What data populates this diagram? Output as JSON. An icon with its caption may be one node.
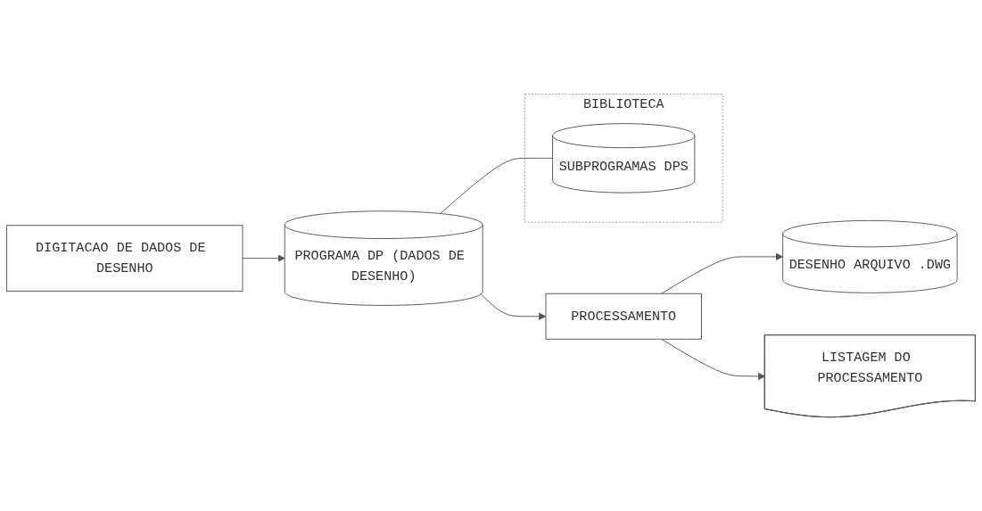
{
  "diagram": {
    "nodes": [
      {
        "text": [
          "DIGITACAO DE DADOS DE DESENHO"
        ]
      },
      {
        "text": [
          "PROGRAMA DP (DADOS DE DESENHO)"
        ]
      },
      {
        "text": [
          "BIBLIOTECA"
        ]
      },
      {
        "text": [
          "SUBPROGRAMAS DPS"
        ],
        "in": 2
      },
      {
        "text": [
          "PROCESSAMENTO"
        ]
      },
      {
        "text": [
          "DESENHO ARQUIVO .DWG"
        ]
      },
      {
        "text": [
          "LISTAGEM DO PROCESSAMENTO"
        ]
      }
    ],
    "edges": [
      {
        "from": 0,
        "to": 1,
        "arrow": "to"
      },
      {
        "from": 1,
        "to": 3,
        "arrow": "none"
      },
      {
        "from": 1,
        "to": 4,
        "arrow": "to"
      },
      {
        "from": 4,
        "to": 5,
        "arrow": "to"
      },
      {
        "from": 4,
        "to": 6,
        "arrow": "to"
      }
    ]
  }
}
